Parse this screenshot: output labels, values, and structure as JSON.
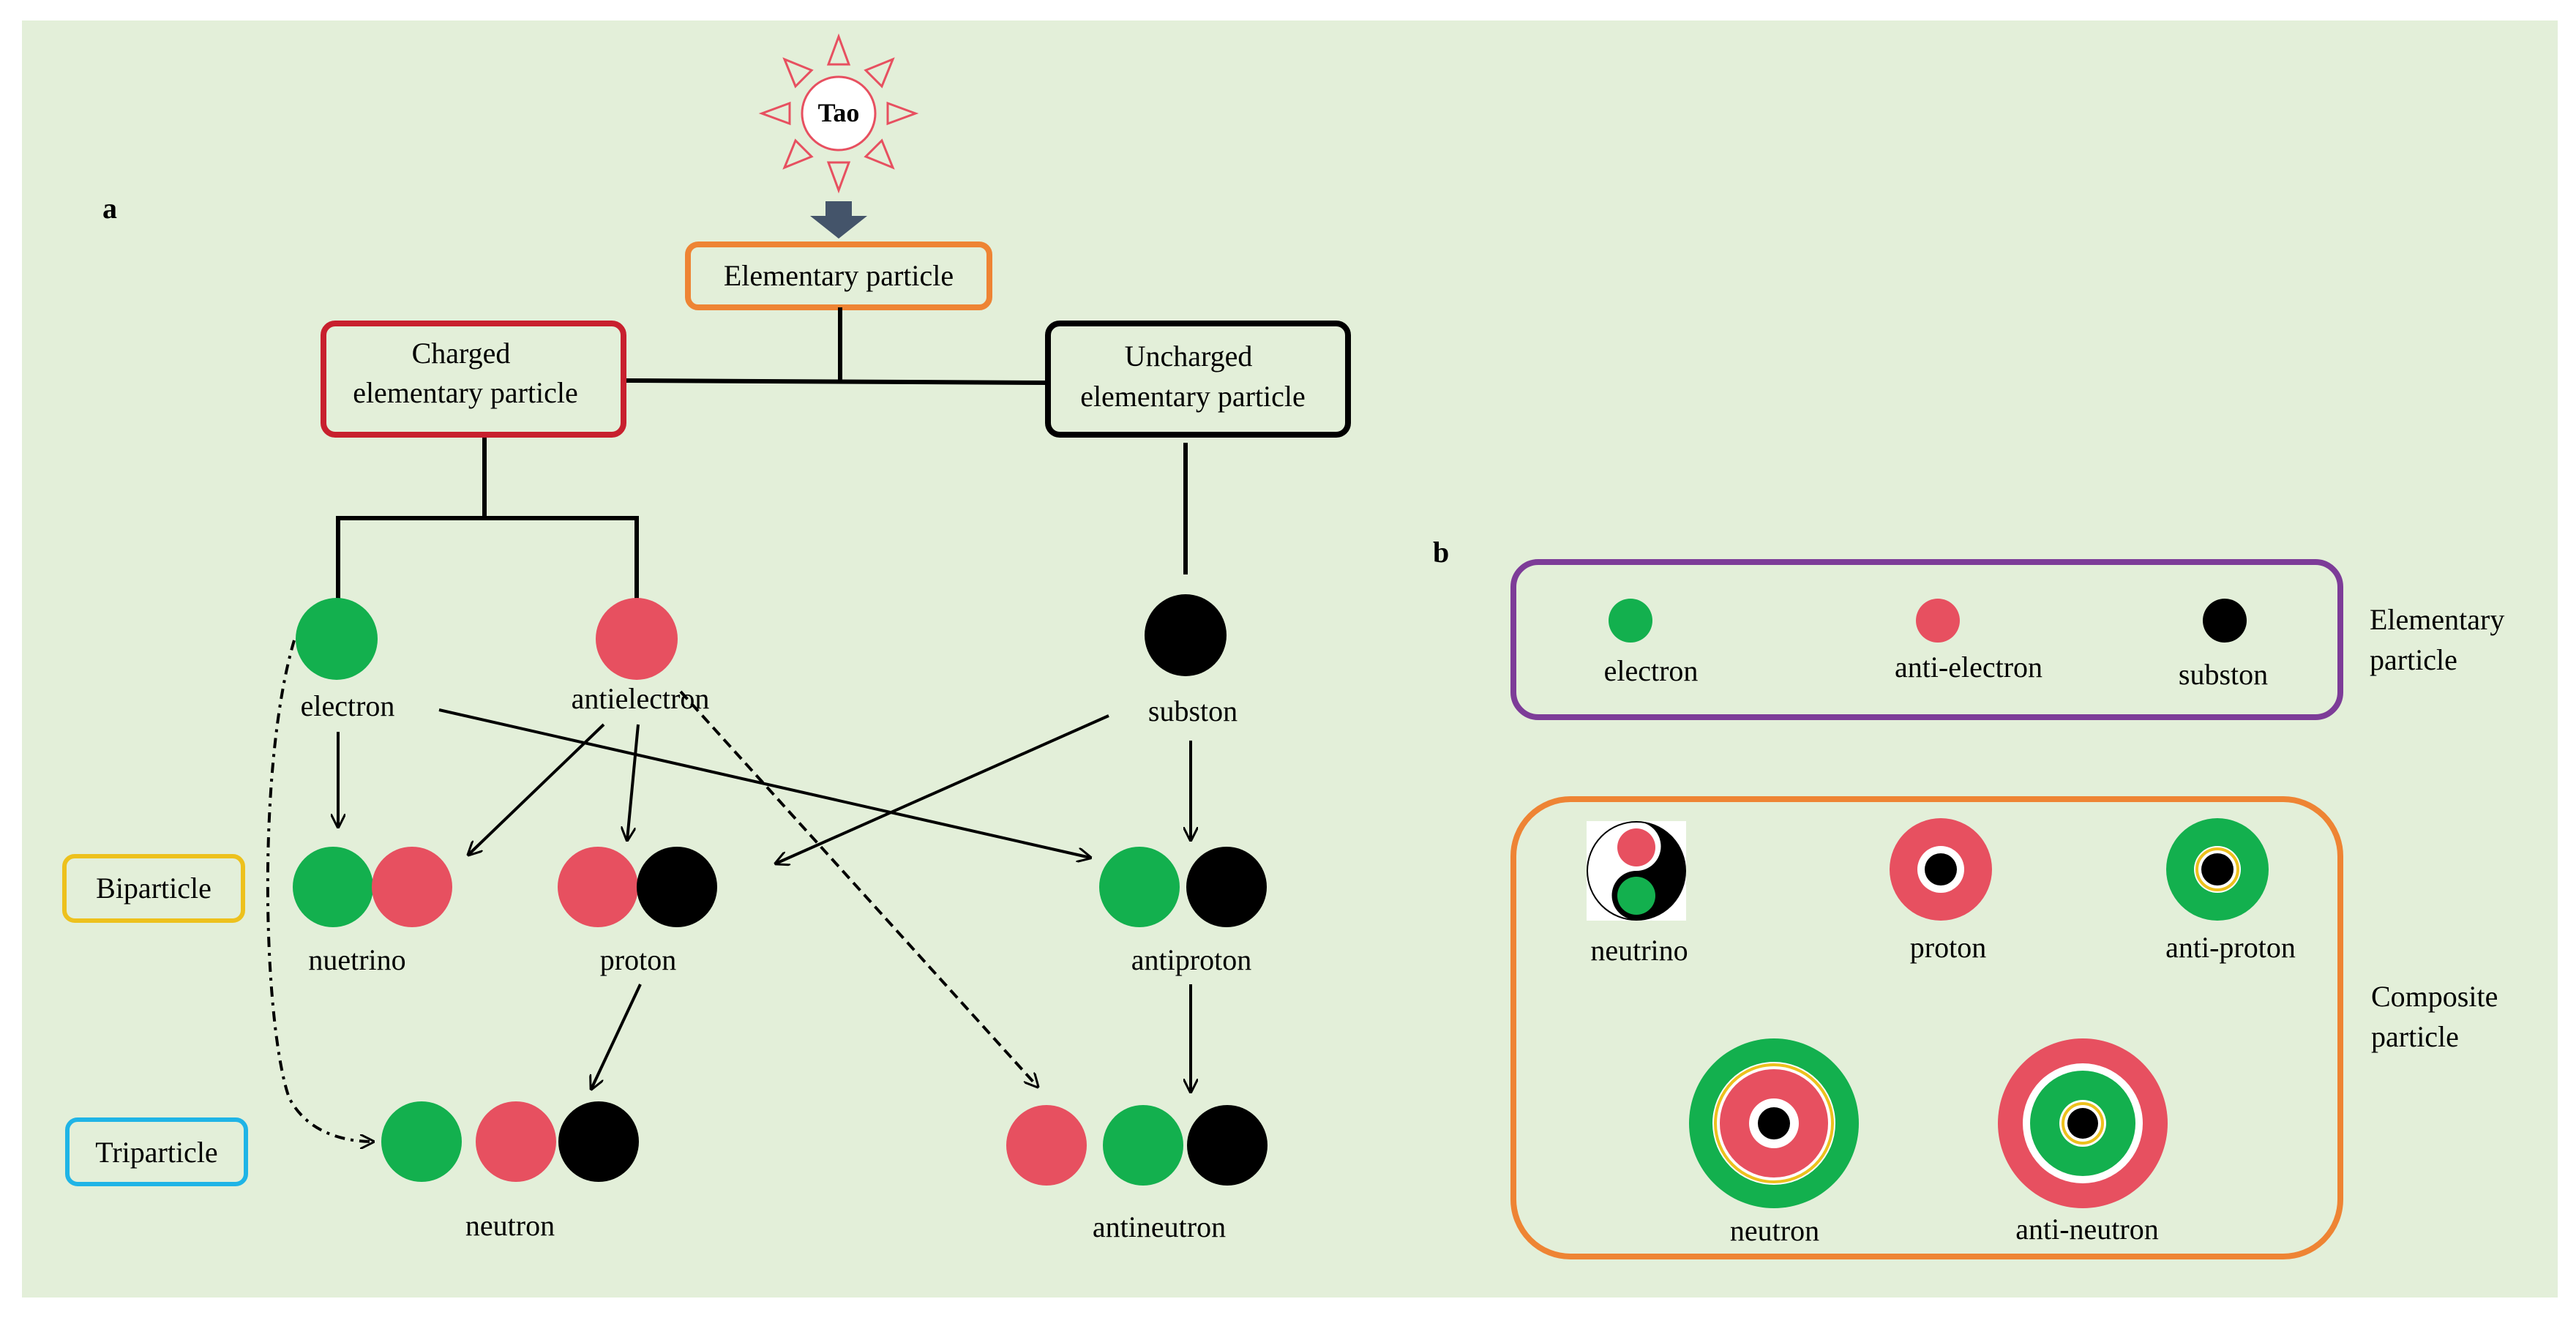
{
  "colors": {
    "background": "#e3efd9",
    "green": "#13b04e",
    "red": "#e75060",
    "black": "#000000",
    "orange": "#ee8434",
    "crimson": "#c8202e",
    "gold": "#edc11d",
    "cyan": "#1fb4e6",
    "purple": "#7d3c98",
    "arrow_fill": "#44546a",
    "sun": "#e75060"
  },
  "panel_a": {
    "label": "a",
    "sun_label": "Tao",
    "elementary_box": "Elementary particle",
    "charged_line1": "Charged",
    "charged_line2": "elementary particle",
    "uncharged_line1": "Uncharged",
    "uncharged_line2": "elementary particle",
    "electron": "electron",
    "antielectron": "antielectron",
    "subston": "subston",
    "biparticle": "Biparticle",
    "tripartice": "Triparticle",
    "nuetrino": "nuetrino",
    "proton": "proton",
    "antiproton": "antiproton",
    "neutron": "neutron",
    "antineutron": "antineutron"
  },
  "panel_b": {
    "label": "b",
    "electron": "electron",
    "anti_electron": "anti-electron",
    "subston": "subston",
    "elementary_line1": "Elementary",
    "elementary_line2": "particle",
    "neutrino": "neutrino",
    "proton": "proton",
    "anti_proton": "anti-proton",
    "neutron": "neutron",
    "anti_neutron": "anti-neutron",
    "composite_line1": "Composite",
    "composite_line2": "particle"
  }
}
